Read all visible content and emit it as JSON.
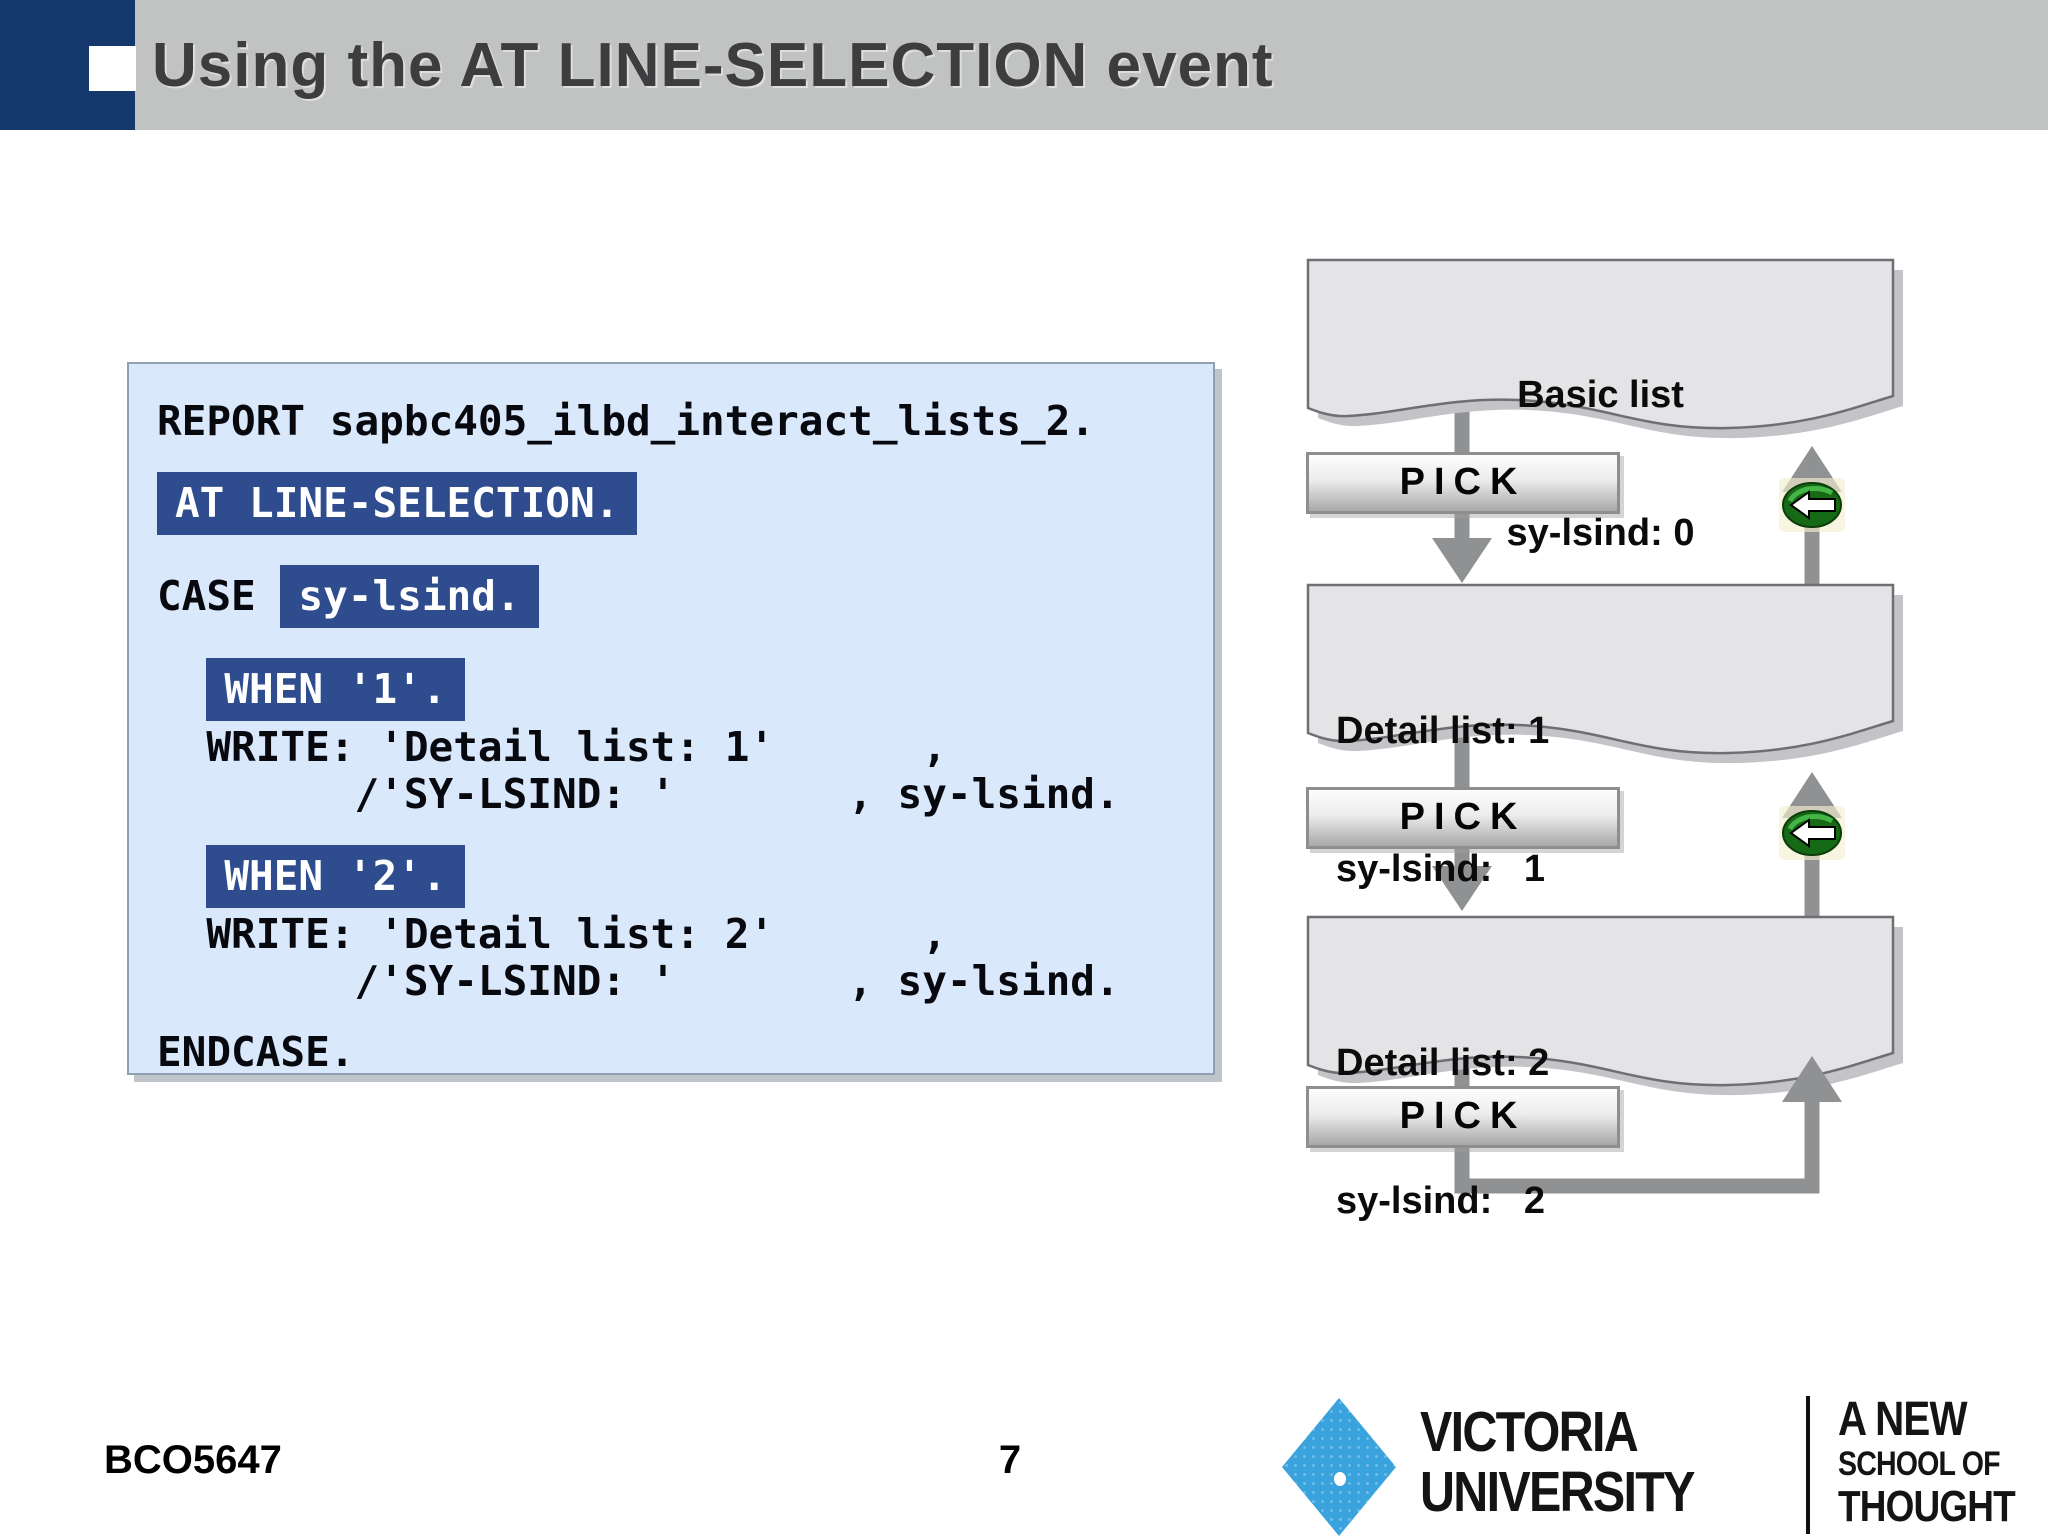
{
  "header": {
    "title": "Using the AT LINE-SELECTION event"
  },
  "code": {
    "lines": [
      [
        {
          "t": "REPORT sapbc405_ilbd_interact_lists_2.",
          "h": false
        }
      ],
      [],
      [
        {
          "t": "AT LINE-SELECTION.",
          "h": true
        }
      ],
      [],
      [
        {
          "t": "CASE ",
          "h": false
        },
        {
          "t": "sy-lsind.",
          "h": true
        }
      ],
      [],
      [
        {
          "t": "  ",
          "h": false
        },
        {
          "t": "WHEN '1'.",
          "h": true
        }
      ],
      [
        {
          "t": "  WRITE: 'Detail list: 1'      ,",
          "h": false
        }
      ],
      [
        {
          "t": "        /'SY-LSIND: '       , sy-lsind.",
          "h": false
        }
      ],
      [],
      [
        {
          "t": "  ",
          "h": false
        },
        {
          "t": "WHEN '2'.",
          "h": true
        }
      ],
      [
        {
          "t": "  WRITE: 'Detail list: 2'      ,",
          "h": false
        }
      ],
      [
        {
          "t": "        /'SY-LSIND: '       , sy-lsind.",
          "h": false
        }
      ],
      [],
      [
        {
          "t": "ENDCASE.",
          "h": false
        }
      ]
    ]
  },
  "diagram": {
    "pick_label": "PICK",
    "nodes": [
      {
        "title": "Basic list",
        "subtitle": "sy-lsind: 0"
      },
      {
        "title": "Detail list: 1",
        "subtitle": "sy-lsind:   1"
      },
      {
        "title": "Detail list: 2",
        "subtitle": "sy-lsind:   2"
      }
    ]
  },
  "footer": {
    "course_code": "BCO5647",
    "page_number": "7",
    "logo": {
      "name_line1": "VICTORIA",
      "name_line2": "UNIVERSITY",
      "tagline_line1": "A NEW",
      "tagline_line2": "SCHOOL OF",
      "tagline_line3": "THOUGHT"
    }
  },
  "colors": {
    "header_bar": "#c1c3c2",
    "accent_navy": "#14386b",
    "code_panel_bg": "#d9e8fa",
    "code_highlight": "#2e4c8e",
    "diagram_node_fill": "#e4e4e6",
    "diagram_arrow": "#8f9193",
    "green_icon": "#166a16",
    "vu_blue": "#3aa2dc"
  }
}
